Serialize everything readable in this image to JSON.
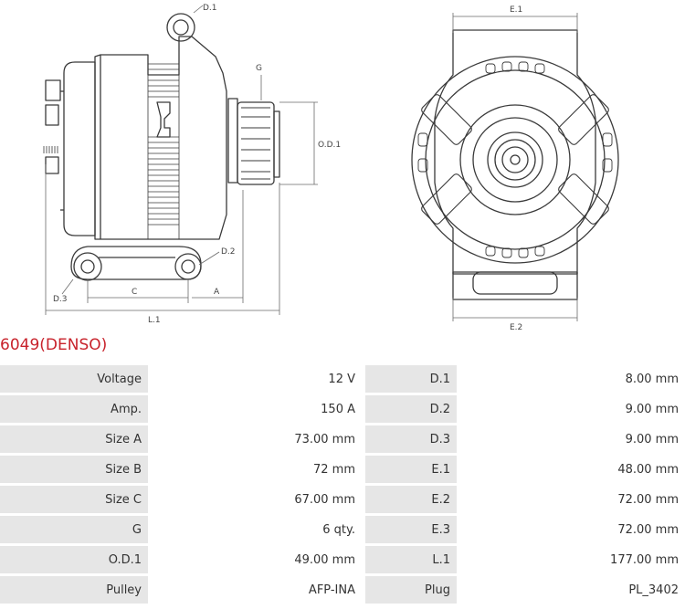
{
  "title": "6049(DENSO)",
  "diagram": {
    "labels": {
      "d1": "D.1",
      "g": "G",
      "od1": "O.D.1",
      "d2": "D.2",
      "d3": "D.3",
      "c": "C",
      "a": "A",
      "l1": "L.1",
      "e1": "E.1",
      "e2": "E.2"
    }
  },
  "specs": [
    {
      "label": "Voltage",
      "value": "12 V",
      "label2": "D.1",
      "value2": "8.00 mm"
    },
    {
      "label": "Amp.",
      "value": "150 A",
      "label2": "D.2",
      "value2": "9.00 mm"
    },
    {
      "label": "Size A",
      "value": "73.00 mm",
      "label2": "D.3",
      "value2": "9.00 mm"
    },
    {
      "label": "Size B",
      "value": "72 mm",
      "label2": "E.1",
      "value2": "48.00 mm"
    },
    {
      "label": "Size C",
      "value": "67.00 mm",
      "label2": "E.2",
      "value2": "72.00 mm"
    },
    {
      "label": "G",
      "value": "6 qty.",
      "label2": "E.3",
      "value2": "72.00 mm"
    },
    {
      "label": "O.D.1",
      "value": "49.00 mm",
      "label2": "L.1",
      "value2": "177.00 mm"
    },
    {
      "label": "Pulley",
      "value": "AFP-INA",
      "label2": "Plug",
      "value2": "PL_3402"
    }
  ]
}
